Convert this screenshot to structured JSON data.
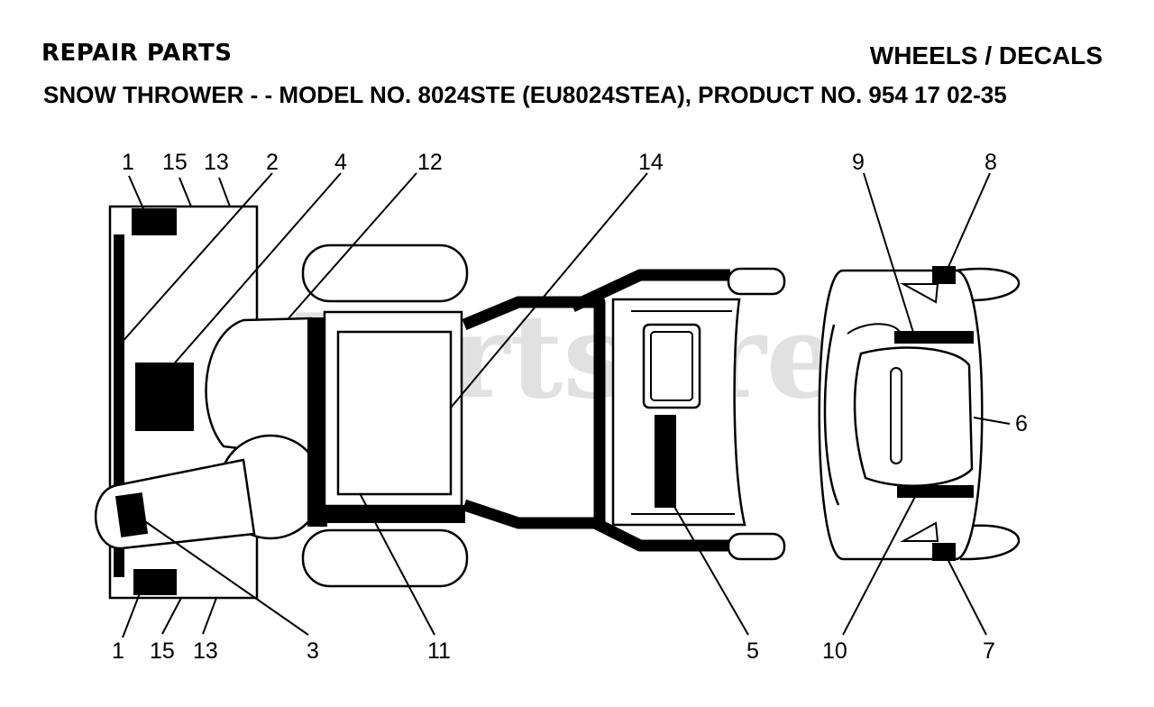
{
  "header": {
    "section": "REPAIR PARTS",
    "group": "WHEELS / DECALS",
    "subtitle": "SNOW THROWER - - MODEL NO. 8024STE (EU8024STEA), PRODUCT NO. 954 17 02-35"
  },
  "watermark": "PartsTree",
  "watermark_mark": "™",
  "callouts": {
    "top_left_1": "1",
    "top_left_15": "15",
    "top_left_13": "13",
    "c2": "2",
    "c4": "4",
    "c12": "12",
    "c14": "14",
    "c9": "9",
    "c8": "8",
    "c6": "6",
    "bottom_left_1": "1",
    "bottom_left_15": "15",
    "bottom_left_13": "13",
    "c3": "3",
    "c11": "11",
    "c5": "5",
    "c10": "10",
    "c7": "7"
  },
  "colors": {
    "ink": "#000000",
    "paper": "#ffffff",
    "watermark": "#c8c8c8"
  }
}
